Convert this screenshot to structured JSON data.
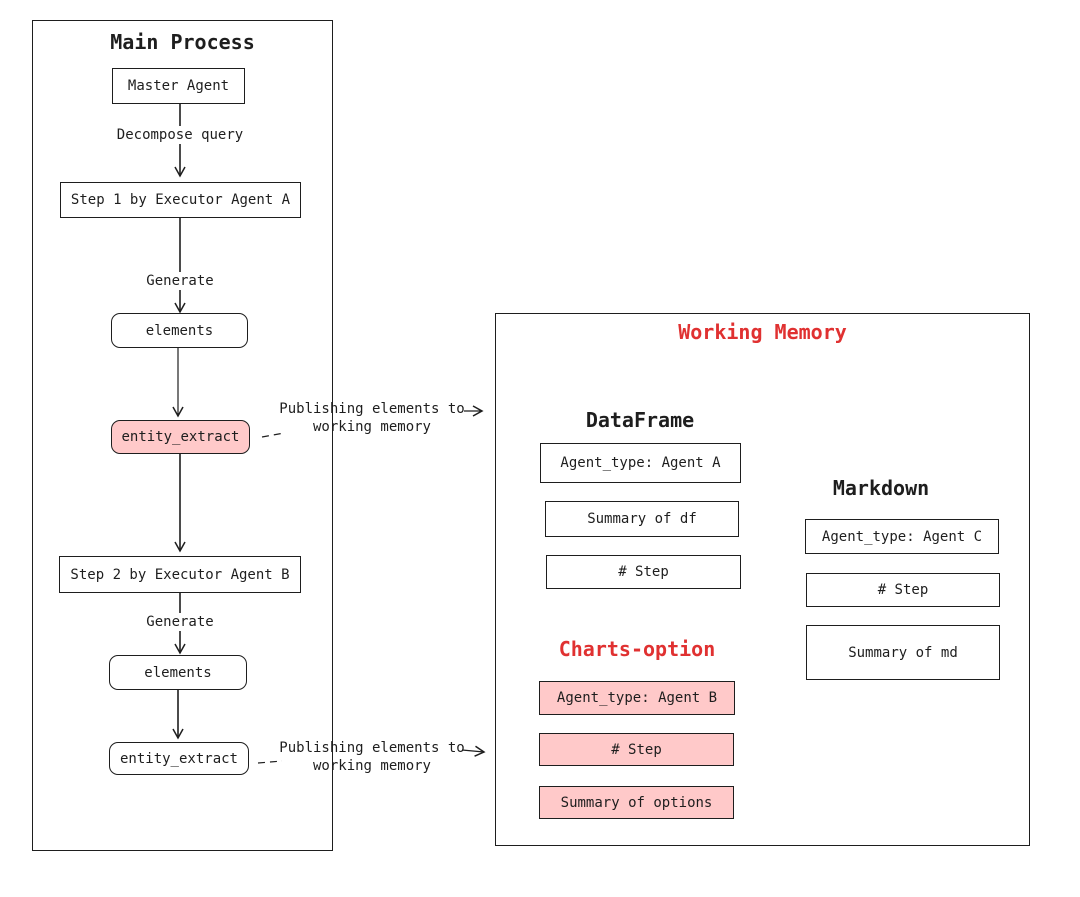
{
  "main_process": {
    "title": "Main Process",
    "master_agent": "Master Agent",
    "decompose_label": "Decompose query",
    "step1": "Step 1 by Executor Agent A",
    "generate1": "Generate",
    "elements1": "elements",
    "entity_extract1": "entity_extract",
    "step2": "Step 2 by Executor Agent B",
    "generate2": "Generate",
    "elements2": "elements",
    "entity_extract2": "entity_extract"
  },
  "publish": {
    "line1": "Publishing elements to",
    "line2": "working memory"
  },
  "working_memory": {
    "title": "Working Memory",
    "dataframe": {
      "title": "DataFrame",
      "agent_type": "Agent_type: Agent A",
      "summary": "Summary of df",
      "step": "# Step"
    },
    "markdown": {
      "title": "Markdown",
      "agent_type": "Agent_type: Agent C",
      "step": "# Step",
      "summary": "Summary of md"
    },
    "charts_option": {
      "title": "Charts-option",
      "agent_type": "Agent_type: Agent B",
      "step": "# Step",
      "summary": "Summary of options"
    }
  },
  "colors": {
    "highlight_fill": "#ffc9c9",
    "accent_text": "#e03131",
    "stroke": "#1e1e1e"
  }
}
